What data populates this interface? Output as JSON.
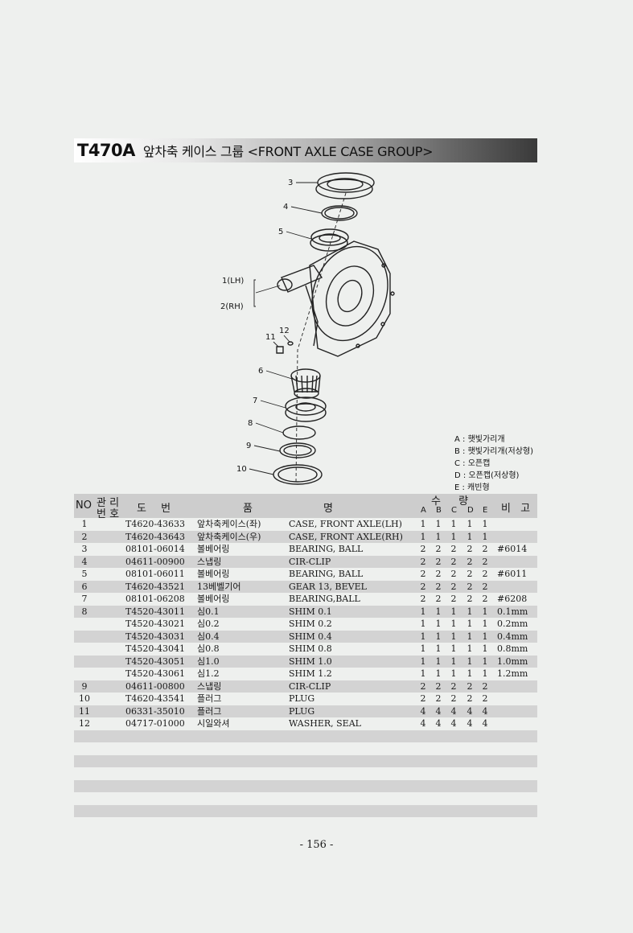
{
  "header": {
    "model": "T470A",
    "title": "앞차축 케이스 그룹 <FRONT AXLE CASE GROUP>"
  },
  "diagram": {
    "callouts": [
      "3",
      "4",
      "5",
      "1(LH)",
      "2(RH)",
      "11",
      "12",
      "6",
      "7",
      "8",
      "9",
      "10"
    ]
  },
  "legend": [
    "A : 햇빛가리개",
    "B : 햇빛가리개(저상형)",
    "C : 오픈캡",
    "D : 오픈캡(저상형)",
    "E : 캐빈형"
  ],
  "table": {
    "headers": {
      "no": "NO",
      "mgmt_top": "관 리",
      "mgmt_bottom": "번 호",
      "drawing": "도 번",
      "name_a": "품",
      "name_b": "명",
      "qty": "수 량",
      "qty_cols": [
        "A",
        "B",
        "C",
        "D",
        "E"
      ],
      "remark": "비 고"
    },
    "rows": [
      {
        "no": "1",
        "part": "T4620-43633",
        "kname": "앞차축케이스(좌)",
        "ename": "CASE, FRONT AXLE(LH)",
        "q": [
          "1",
          "1",
          "1",
          "1",
          "1"
        ],
        "remark": ""
      },
      {
        "no": "2",
        "part": "T4620-43643",
        "kname": "앞차축케이스(우)",
        "ename": "CASE, FRONT AXLE(RH)",
        "q": [
          "1",
          "1",
          "1",
          "1",
          "1"
        ],
        "remark": ""
      },
      {
        "no": "3",
        "part": "08101-06014",
        "kname": "볼베어링",
        "ename": "BEARING, BALL",
        "q": [
          "2",
          "2",
          "2",
          "2",
          "2"
        ],
        "remark": "#6014"
      },
      {
        "no": "4",
        "part": "04611-00900",
        "kname": "스냅링",
        "ename": "CIR-CLIP",
        "q": [
          "2",
          "2",
          "2",
          "2",
          "2"
        ],
        "remark": ""
      },
      {
        "no": "5",
        "part": "08101-06011",
        "kname": "볼베어링",
        "ename": "BEARING, BALL",
        "q": [
          "2",
          "2",
          "2",
          "2",
          "2"
        ],
        "remark": "#6011"
      },
      {
        "no": "6",
        "part": "T4620-43521",
        "kname": "13베벨기어",
        "ename": "GEAR 13, BEVEL",
        "q": [
          "2",
          "2",
          "2",
          "2",
          "2"
        ],
        "remark": ""
      },
      {
        "no": "7",
        "part": "08101-06208",
        "kname": "볼베어링",
        "ename": "BEARING,BALL",
        "q": [
          "2",
          "2",
          "2",
          "2",
          "2"
        ],
        "remark": "#6208"
      },
      {
        "no": "8",
        "part": "T4520-43011",
        "kname": "심0.1",
        "ename": "SHIM 0.1",
        "q": [
          "1",
          "1",
          "1",
          "1",
          "1"
        ],
        "remark": "0.1mm"
      },
      {
        "no": "",
        "part": "T4520-43021",
        "kname": "심0.2",
        "ename": "SHIM 0.2",
        "q": [
          "1",
          "1",
          "1",
          "1",
          "1"
        ],
        "remark": "0.2mm"
      },
      {
        "no": "",
        "part": "T4520-43031",
        "kname": "심0.4",
        "ename": "SHIM 0.4",
        "q": [
          "1",
          "1",
          "1",
          "1",
          "1"
        ],
        "remark": "0.4mm"
      },
      {
        "no": "",
        "part": "T4520-43041",
        "kname": "심0.8",
        "ename": "SHIM 0.8",
        "q": [
          "1",
          "1",
          "1",
          "1",
          "1"
        ],
        "remark": "0.8mm"
      },
      {
        "no": "",
        "part": "T4520-43051",
        "kname": "심1.0",
        "ename": "SHIM 1.0",
        "q": [
          "1",
          "1",
          "1",
          "1",
          "1"
        ],
        "remark": "1.0mm"
      },
      {
        "no": "",
        "part": "T4520-43061",
        "kname": "심1.2",
        "ename": "SHIM 1.2",
        "q": [
          "1",
          "1",
          "1",
          "1",
          "1"
        ],
        "remark": "1.2mm"
      },
      {
        "no": "9",
        "part": "04611-00800",
        "kname": "스냅링",
        "ename": "CIR-CLIP",
        "q": [
          "2",
          "2",
          "2",
          "2",
          "2"
        ],
        "remark": ""
      },
      {
        "no": "10",
        "part": "T4620-43541",
        "kname": "플러그",
        "ename": "PLUG",
        "q": [
          "2",
          "2",
          "2",
          "2",
          "2"
        ],
        "remark": ""
      },
      {
        "no": "11",
        "part": "06331-35010",
        "kname": "플러그",
        "ename": "PLUG",
        "q": [
          "4",
          "4",
          "4",
          "4",
          "4"
        ],
        "remark": ""
      },
      {
        "no": "12",
        "part": "04717-01000",
        "kname": "시일와셔",
        "ename": "WASHER, SEAL",
        "q": [
          "4",
          "4",
          "4",
          "4",
          "4"
        ],
        "remark": ""
      }
    ],
    "blank_rows": 7
  },
  "footer": {
    "page": "- 156 -"
  }
}
